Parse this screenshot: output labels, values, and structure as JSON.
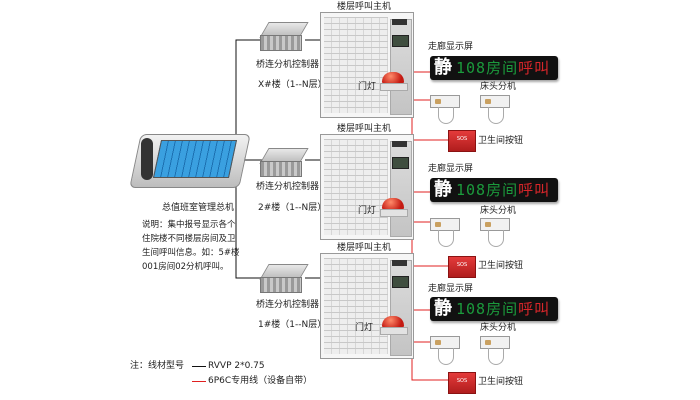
{
  "main_console": {
    "label": "总值班室管理总机",
    "description": "说明：集中报号显示各个住院楼不同楼层房间及卫生间呼叫信息。如：5#楼001房间02分机呼叫。"
  },
  "floors": [
    {
      "host_label": "楼层呼叫主机",
      "bridge_label": "桥连分机控制器",
      "building_label": "X#楼（1--N层）",
      "corridor_label": "走廊显示屏",
      "door_light_label": "门灯",
      "bedside_label": "床头分机",
      "toilet_label": "卫生间按钮",
      "display": {
        "static_char": "静",
        "scroll_green": "108房间",
        "scroll_red": "呼叫"
      }
    },
    {
      "host_label": "楼层呼叫主机",
      "bridge_label": "桥连分机控制器",
      "building_label": "2#楼（1--N层）",
      "corridor_label": "走廊显示屏",
      "door_light_label": "门灯",
      "bedside_label": "床头分机",
      "toilet_label": "卫生间按钮",
      "display": {
        "static_char": "静",
        "scroll_green": "108房间",
        "scroll_red": "呼叫"
      }
    },
    {
      "host_label": "楼层呼叫主机",
      "bridge_label": "桥连分机控制器",
      "building_label": "1#楼（1--N层）",
      "corridor_label": "走廊显示屏",
      "door_light_label": "门灯",
      "bedside_label": "床头分机",
      "toilet_label": "卫生间按钮",
      "display": {
        "static_char": "静",
        "scroll_green": "108房间",
        "scroll_red": "呼叫"
      }
    }
  ],
  "legend": {
    "prefix": "注：线材型号",
    "black_line": "RVVP 2*0.75",
    "red_line": "6P6C专用线（设备自带）"
  },
  "colors": {
    "wire_black": "#111111",
    "wire_red": "#e02020"
  }
}
